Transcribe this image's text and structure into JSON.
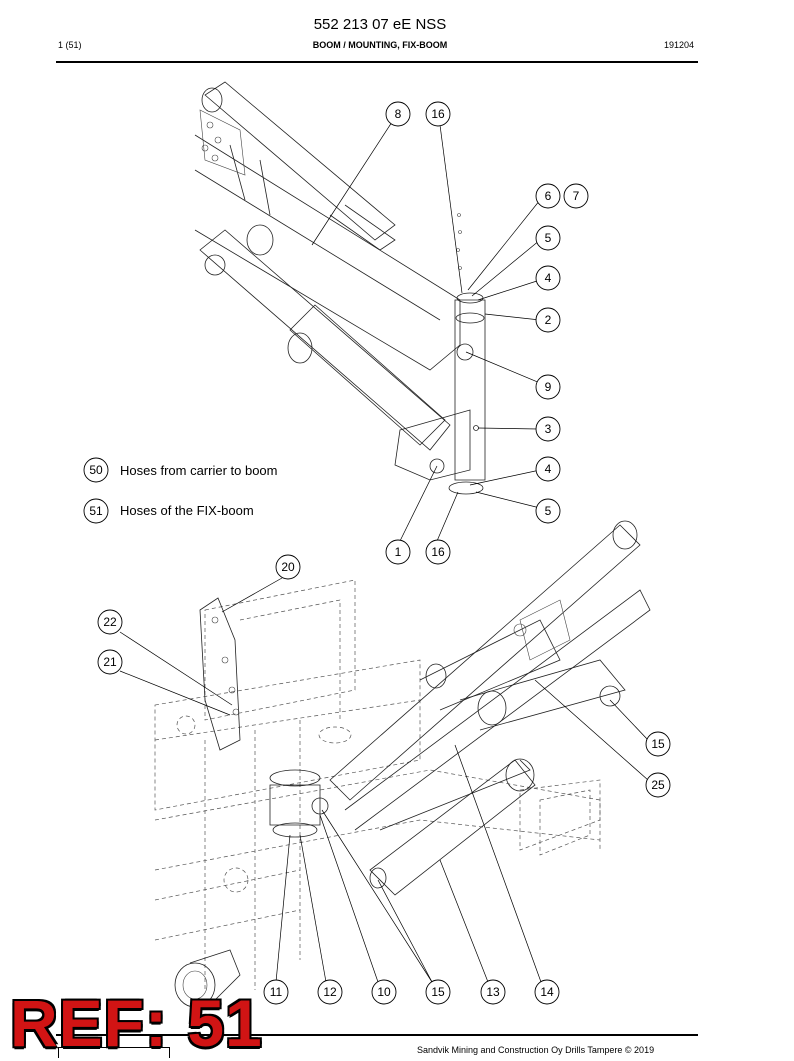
{
  "header": {
    "title": "552 213 07 eE NSS",
    "page": "1 (51)",
    "section": "BOOM / MOUNTING, FIX-BOOM",
    "date": "191204"
  },
  "legend": [
    {
      "number": "50",
      "text": "Hoses from carrier to boom"
    },
    {
      "number": "51",
      "text": "Hoses of the FIX-boom"
    }
  ],
  "upper_callouts": [
    "8",
    "16",
    "6",
    "7",
    "5",
    "4",
    "2",
    "9",
    "3",
    "4",
    "5",
    "1",
    "16"
  ],
  "lower_callouts": [
    "20",
    "22",
    "21",
    "15",
    "25",
    "11",
    "12",
    "10",
    "15",
    "13",
    "14"
  ],
  "stamp": "REF: 51",
  "footer": {
    "text": "Sandvik Mining and Construction Oy Drills Tampere © 2019"
  }
}
